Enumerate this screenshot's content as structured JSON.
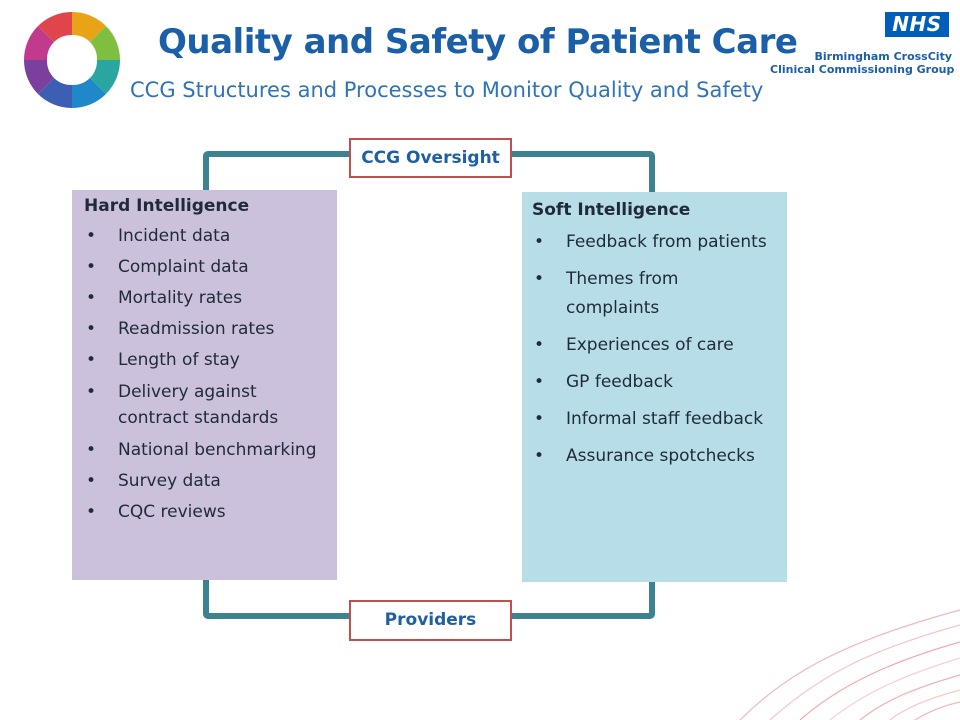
{
  "header": {
    "title": "Quality and Safety of Patient Care",
    "subtitle": "CCG Structures and Processes to Monitor Quality and Safety"
  },
  "logo": {
    "nhs_text": "NHS",
    "org_line1": "Birmingham CrossCity",
    "org_line2": "Clinical Commissioning Group"
  },
  "diagram": {
    "top_label": "CCG Oversight",
    "bottom_label": "Providers",
    "hard": {
      "heading": "Hard Intelligence",
      "items": [
        "Incident data",
        "Complaint data",
        "Mortality rates",
        "Readmission rates",
        "Length of stay",
        "Delivery against contract standards",
        "National benchmarking",
        "Survey data",
        "CQC reviews"
      ]
    },
    "soft": {
      "heading": "Soft Intelligence",
      "items": [
        "Feedback from patients",
        "Themes from complaints",
        "Experiences of care",
        "GP feedback",
        "Informal staff feedback",
        "Assurance spotchecks"
      ]
    }
  },
  "colors": {
    "title": "#1a5fa8",
    "loop": "#3c8291",
    "label_border": "#c0504d",
    "hard_panel": "#ccc1dc",
    "soft_panel": "#b6dde8"
  }
}
